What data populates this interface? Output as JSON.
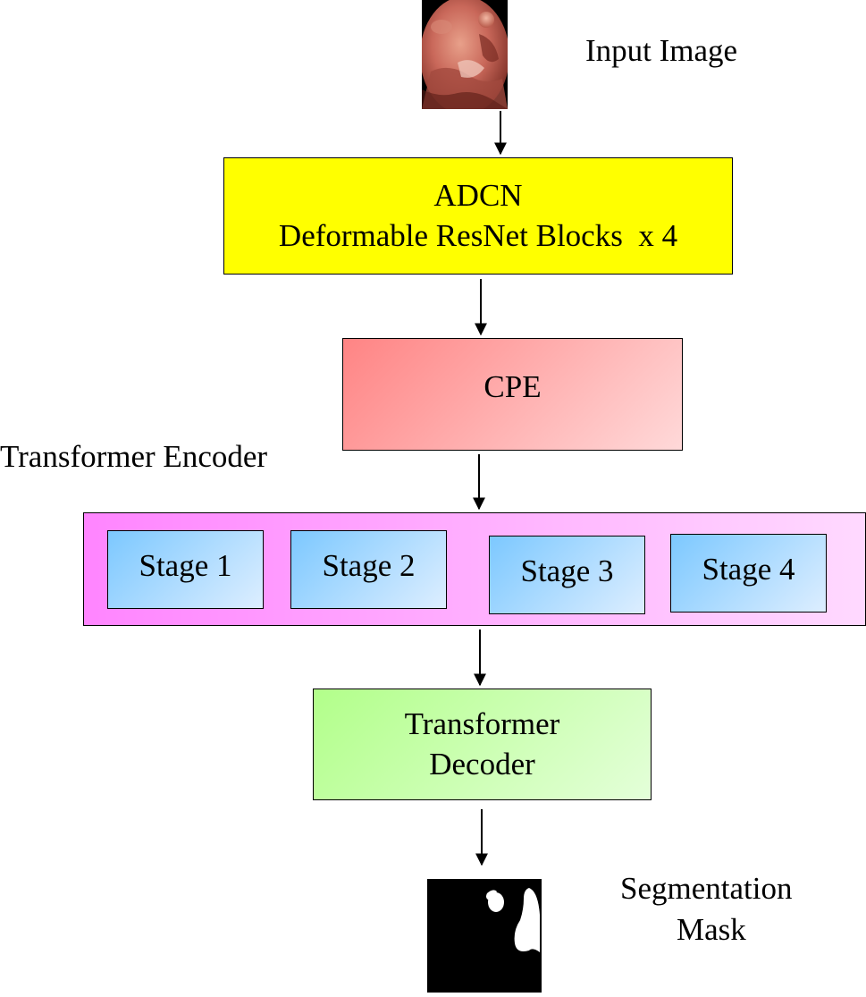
{
  "labels": {
    "input_image": "Input Image",
    "transformer_encoder": "Transformer Encoder",
    "segmentation_mask_line1": "Segmentation",
    "segmentation_mask_line2": "Mask"
  },
  "adcn": {
    "title": "ADCN",
    "subtitle": "Deformable ResNet Blocks  x 4"
  },
  "cpe": {
    "title": "CPE"
  },
  "encoder": {
    "stages": [
      "Stage 1",
      "Stage 2",
      "Stage 3",
      "Stage 4"
    ]
  },
  "decoder": {
    "line1": "Transformer",
    "line2": "Decoder"
  },
  "colors": {
    "adcn_fill": "#ffff00",
    "cpe_fill": "#ff8484",
    "encoder_fill": "#ff85ff",
    "stage_fill": "#7cc8ff",
    "decoder_fill": "#b2ff8a"
  }
}
